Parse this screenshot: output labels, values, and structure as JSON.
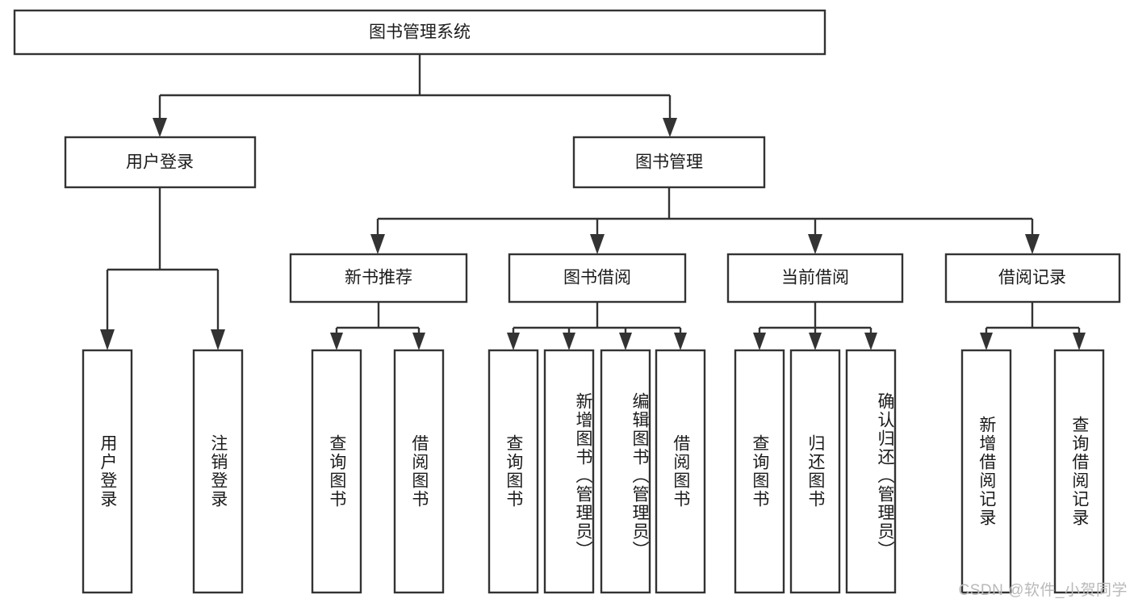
{
  "diagram": {
    "type": "tree",
    "title": "图书管理系统",
    "orientation": "top-down",
    "colors": {
      "box_stroke": "#333333",
      "box_fill": "#ffffff",
      "text": "#1b1b1b",
      "background": "#ffffff",
      "watermark": "#b9b9b9"
    },
    "root": {
      "label": "图书管理系统",
      "level": 0
    },
    "level1": [
      {
        "label": "用户登录",
        "level": 1
      },
      {
        "label": "图书管理",
        "level": 1
      }
    ],
    "level2": [
      {
        "label": "新书推荐",
        "level": 2,
        "parent": "图书管理"
      },
      {
        "label": "图书借阅",
        "level": 2,
        "parent": "图书管理"
      },
      {
        "label": "当前借阅",
        "level": 2,
        "parent": "图书管理"
      },
      {
        "label": "借阅记录",
        "level": 2,
        "parent": "图书管理"
      }
    ],
    "leaves": {
      "用户登录": [
        "用户登录",
        "注销登录"
      ],
      "新书推荐": [
        "查询图书",
        "借阅图书"
      ],
      "图书借阅": [
        "查询图书",
        "新增图书（管理员）",
        "编辑图书（管理员）",
        "借阅图书"
      ],
      "当前借阅": [
        "查询图书",
        "归还图书",
        "确认归还（管理员）"
      ],
      "借阅记录": [
        "新增借阅记录",
        "查询借阅记录"
      ]
    }
  },
  "watermark": {
    "text": "CSDN @软件_小贺同学"
  }
}
